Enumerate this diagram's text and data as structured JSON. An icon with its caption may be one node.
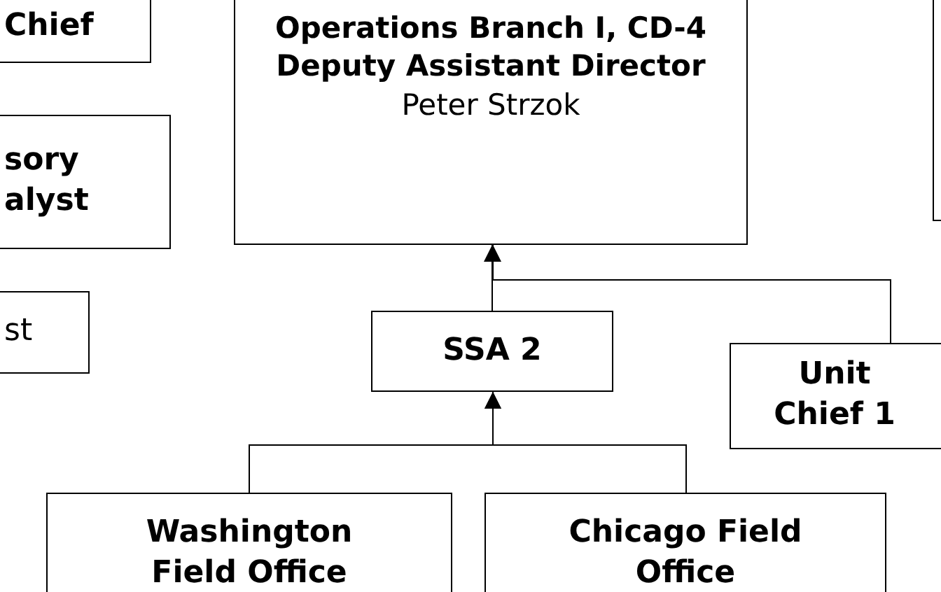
{
  "diagram": {
    "nodes": [
      {
        "text": [
          "Chief"
        ]
      },
      {
        "text": [
          "sory alyst"
        ]
      },
      {
        "text": [
          "st"
        ]
      },
      {
        "text": [
          "Operations Branch I, CD-4 Deputy Assistant Director",
          "Peter Strzok"
        ]
      },
      {
        "text": [],
        "shape": "box"
      },
      {
        "text": [
          "SSA 2"
        ]
      },
      {
        "text": [
          "Unit Chief 1"
        ]
      },
      {
        "text": [
          "Washington Field Office"
        ]
      },
      {
        "text": [
          "Chicago Field Office"
        ]
      }
    ],
    "edges": [
      {
        "from": 5,
        "to": 3,
        "arrow": "to"
      },
      {
        "from": 6,
        "to": 3,
        "arrow": "to"
      },
      {
        "from": 7,
        "to": 5,
        "arrow": "to"
      },
      {
        "from": 8,
        "to": 5,
        "arrow": "to"
      }
    ]
  }
}
